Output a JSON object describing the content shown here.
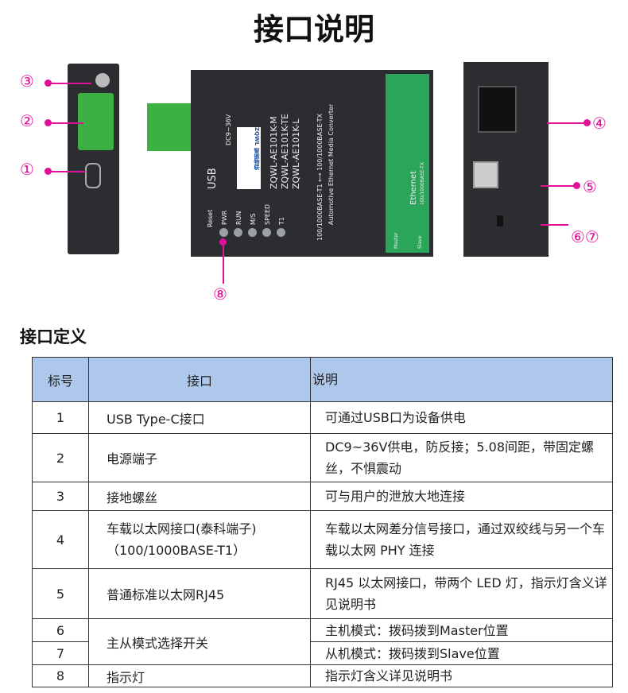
{
  "title": "接口说明",
  "section_title": "接口定义",
  "callouts": [
    "①",
    "②",
    "③",
    "④",
    "⑤",
    "⑥⑦",
    "⑧"
  ],
  "device": {
    "models": [
      "ZQWL-AE101K-M",
      "ZQWL-AE101K-TE",
      "ZQWL-AE101K-L"
    ],
    "logo": "ZQWL 智嵌物联",
    "usb": "USB",
    "reset": "Reset",
    "power": "DC9~36V",
    "leds": [
      "PWR",
      "RUN",
      "M/S",
      "SPEED",
      "T1"
    ],
    "converter": "100/1000BASE-T1 ⟷ 100/1000BASE-TX",
    "subtitle": "Automotive Ethernet Media Converter",
    "ethernet": "Ethernet",
    "eth_sub": "100/1000BASE-TX",
    "master": "Master",
    "slave": "Slave"
  },
  "table": {
    "headers": [
      "标号",
      "接口",
      "说明"
    ],
    "rows": [
      {
        "no": "1",
        "name": "USB  Type-C接口",
        "desc": "可通过USB口为设备供电"
      },
      {
        "no": "2",
        "name": "电源端子",
        "desc": "DC9~36V供电，防反接；5.08间距，带固定螺丝，不惧震动"
      },
      {
        "no": "3",
        "name": "接地螺丝",
        "desc": "可与用户的泄放大地连接"
      },
      {
        "no": "4",
        "name": "车载以太网接口(泰科端子)（100/1000BASE-T1）",
        "desc": "车载以太网差分信号接口，通过双绞线与另一个车载以太网 PHY 连接"
      },
      {
        "no": "5",
        "name": "普通标准以太网RJ45",
        "desc": "RJ45 以太网接口，带两个 LED 灯，指示灯含义详见说明书"
      },
      {
        "no": "6",
        "name": "主从模式选择开关",
        "desc": "主机模式：拨码拨到Master位置"
      },
      {
        "no": "7",
        "desc": "从机模式：拨码拨到Slave位置"
      },
      {
        "no": "8",
        "name": "指示灯",
        "desc": "指示灯含义详见说明书"
      }
    ]
  }
}
